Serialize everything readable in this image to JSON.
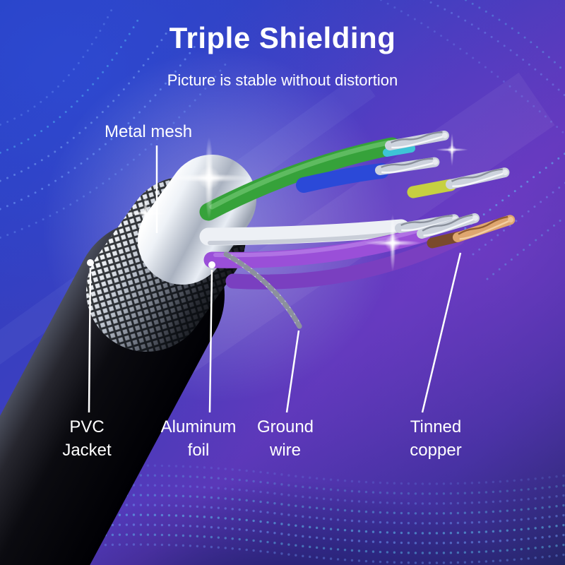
{
  "title": "Triple Shielding",
  "subtitle": "Picture is stable without distortion",
  "callouts": {
    "metal_mesh": "Metal mesh",
    "pvc_jacket": "PVC Jacket",
    "aluminum_foil": "Aluminum foil",
    "ground_wire": "Ground wire",
    "tinned_copper": "Tinned copper"
  },
  "colors": {
    "background_blue": "#2740c2",
    "background_purple": "#5a38b8",
    "text": "#ffffff",
    "jacket_black": "#0b0b10",
    "mesh_silver": "#b9c0cb",
    "foil_silver": "#e8edf4",
    "wire_green": "#36a23a",
    "wire_blue": "#2b49d8",
    "wire_white": "#edf0f5",
    "wire_yellow": "#c6d041",
    "wire_purple": "#9a4fd8",
    "wire_violet": "#7a3fc0",
    "copper": "#dfa66f",
    "dots_blue": "#79a8ff",
    "dots_cyan": "#5fdcff"
  }
}
